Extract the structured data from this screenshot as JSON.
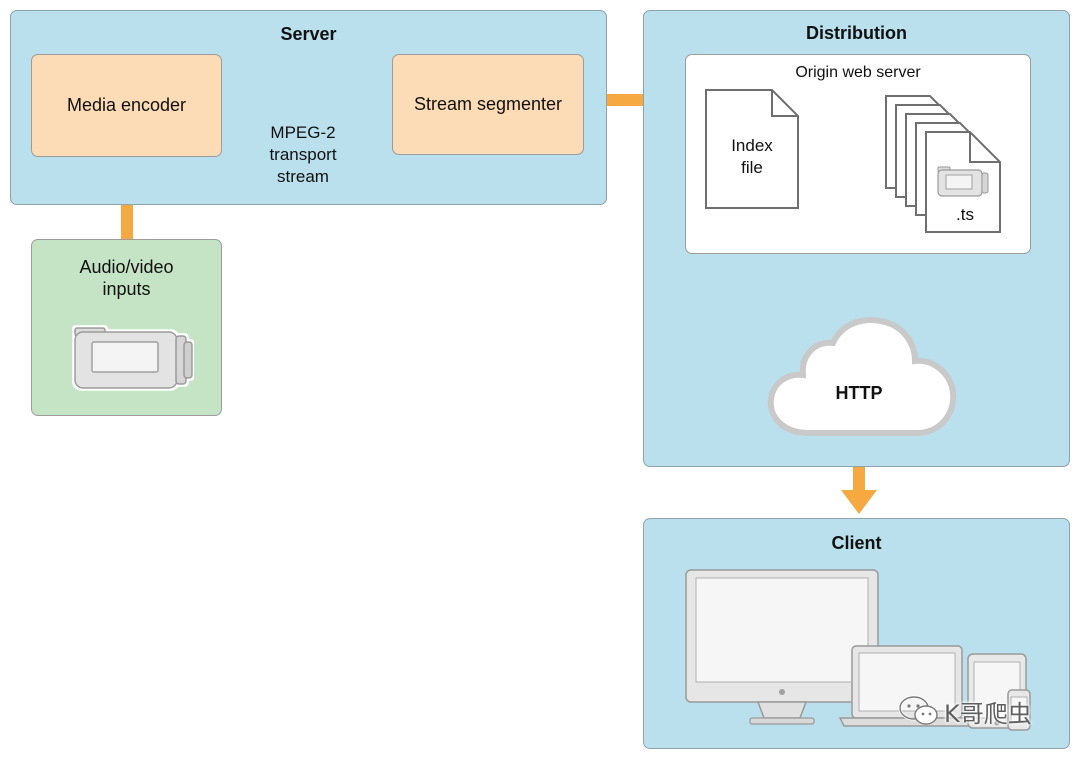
{
  "server": {
    "title": "Server",
    "media_encoder": "Media encoder",
    "stream_segmenter": "Stream segmenter",
    "transport_label": [
      "MPEG-2",
      "transport",
      "stream"
    ]
  },
  "inputs": {
    "label": [
      "Audio/video",
      "inputs"
    ]
  },
  "distribution": {
    "title": "Distribution",
    "origin_server": "Origin web server",
    "index_file": [
      "Index",
      "file"
    ],
    "ts_label": ".ts",
    "http_label": "HTTP"
  },
  "client": {
    "title": "Client"
  },
  "watermark": {
    "text": "K哥爬虫"
  },
  "colors": {
    "panel_blue": "#b9e0ec",
    "box_orange": "#fcdcb6",
    "input_green": "#c5e3c5",
    "arrow_orange": "#f5a940"
  }
}
